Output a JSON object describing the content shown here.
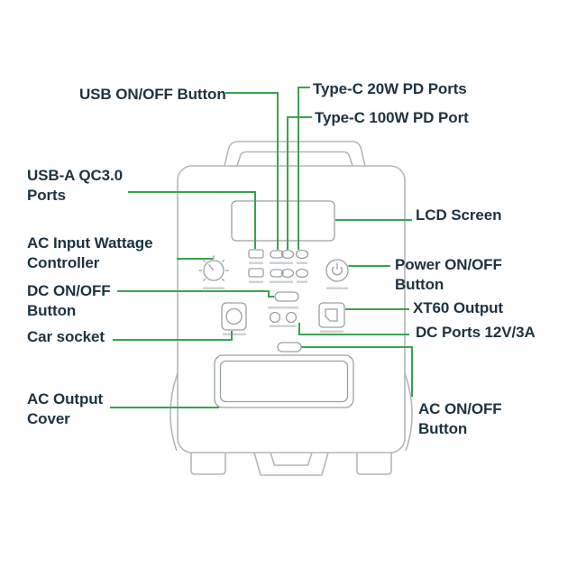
{
  "meta": {
    "description": "Annotated line diagram of a portable power station with green callout lines pointing to front-panel features"
  },
  "colors": {
    "label_text": "#1c3342",
    "callout_line": "#3aa34d",
    "device_outline": "#b2b7bc",
    "panel_detail": "#9aa0a6",
    "caption_bar": "#ced2d5"
  },
  "labels": {
    "usb_on_off": "USB ON/OFF Button",
    "type_c_20w": "Type-C 20W PD Ports",
    "type_c_100w": "Type-C 100W PD Port",
    "usb_a": "USB-A QC3.0 Ports",
    "lcd": "LCD Screen",
    "ac_input": "AC Input Wattage Controller",
    "power": "Power ON/OFF Button",
    "dc_on_off": "DC ON/OFF Button",
    "xt60": "XT60 Output",
    "car_socket": "Car socket",
    "dc_ports": "DC Ports 12V/3A",
    "ac_cover": "AC Output Cover",
    "ac_on_off": "AC ON/OFF Button"
  }
}
